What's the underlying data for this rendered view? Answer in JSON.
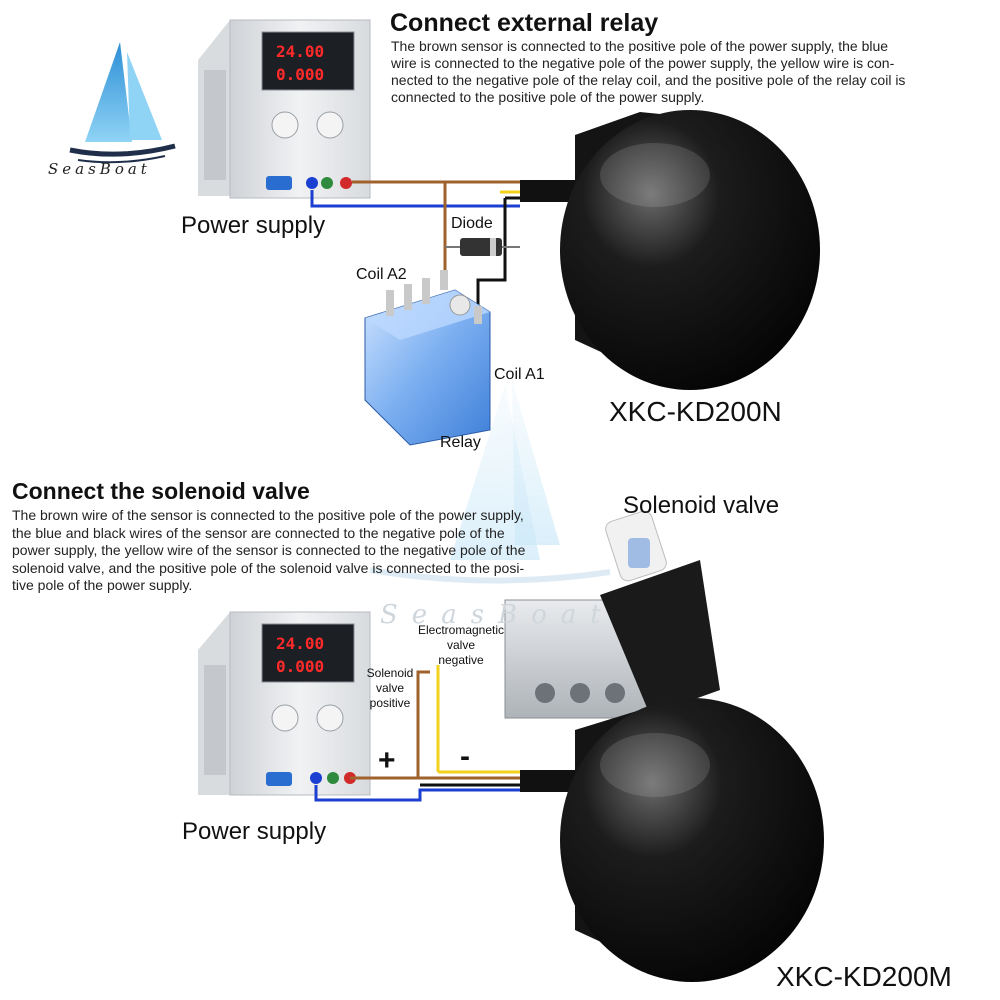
{
  "logo": {
    "text": "SeasBoat",
    "watermark": "SeasBoat"
  },
  "relay_section": {
    "title": "Connect external relay",
    "lines": [
      "The brown sensor is connected to the positive pole of the power supply, the blue",
      "wire is connected to the negative pole of the power supply, the yellow wire is con-",
      "nected to the negative pole of the relay coil, and the positive pole of the relay coil is",
      "connected to the positive pole of the power supply."
    ],
    "power_supply_label": "Power supply",
    "diode_label": "Diode",
    "coil_a2_label": "Coil A2",
    "coil_a1_label": "Coil A1",
    "relay_label": "Relay",
    "model": "XKC-KD200N",
    "psu_display": {
      "voltage": "24.00",
      "current": "0.000"
    }
  },
  "solenoid_section": {
    "title": "Connect the solenoid valve",
    "lines": [
      "The brown wire of the sensor is connected to the positive pole of the power supply,",
      "the blue and black wires of the sensor are connected to the negative pole of the",
      "power supply, the yellow wire of the sensor is connected to the negative pole of the",
      "solenoid valve, and the positive pole of the solenoid valve is connected to the posi-",
      "tive pole of the power supply."
    ],
    "power_supply_label": "Power supply",
    "solenoid_valve_label": "Solenoid valve",
    "valve_positive_lines": [
      "Solenoid",
      "valve",
      "positive"
    ],
    "valve_negative_lines": [
      "Electromagnetic",
      "valve",
      "negative"
    ],
    "plus_sign": "+",
    "minus_sign": "-",
    "model": "XKC-KD200M",
    "psu_display": {
      "voltage": "24.00",
      "current": "0.000"
    }
  },
  "colors": {
    "brown_wire": "#a0622d",
    "blue_wire": "#1a3fd1",
    "yellow_wire": "#f2d21b",
    "black_wire": "#111111",
    "psu_digits": "#ff2a2a",
    "sail": "#5bb7e8"
  }
}
